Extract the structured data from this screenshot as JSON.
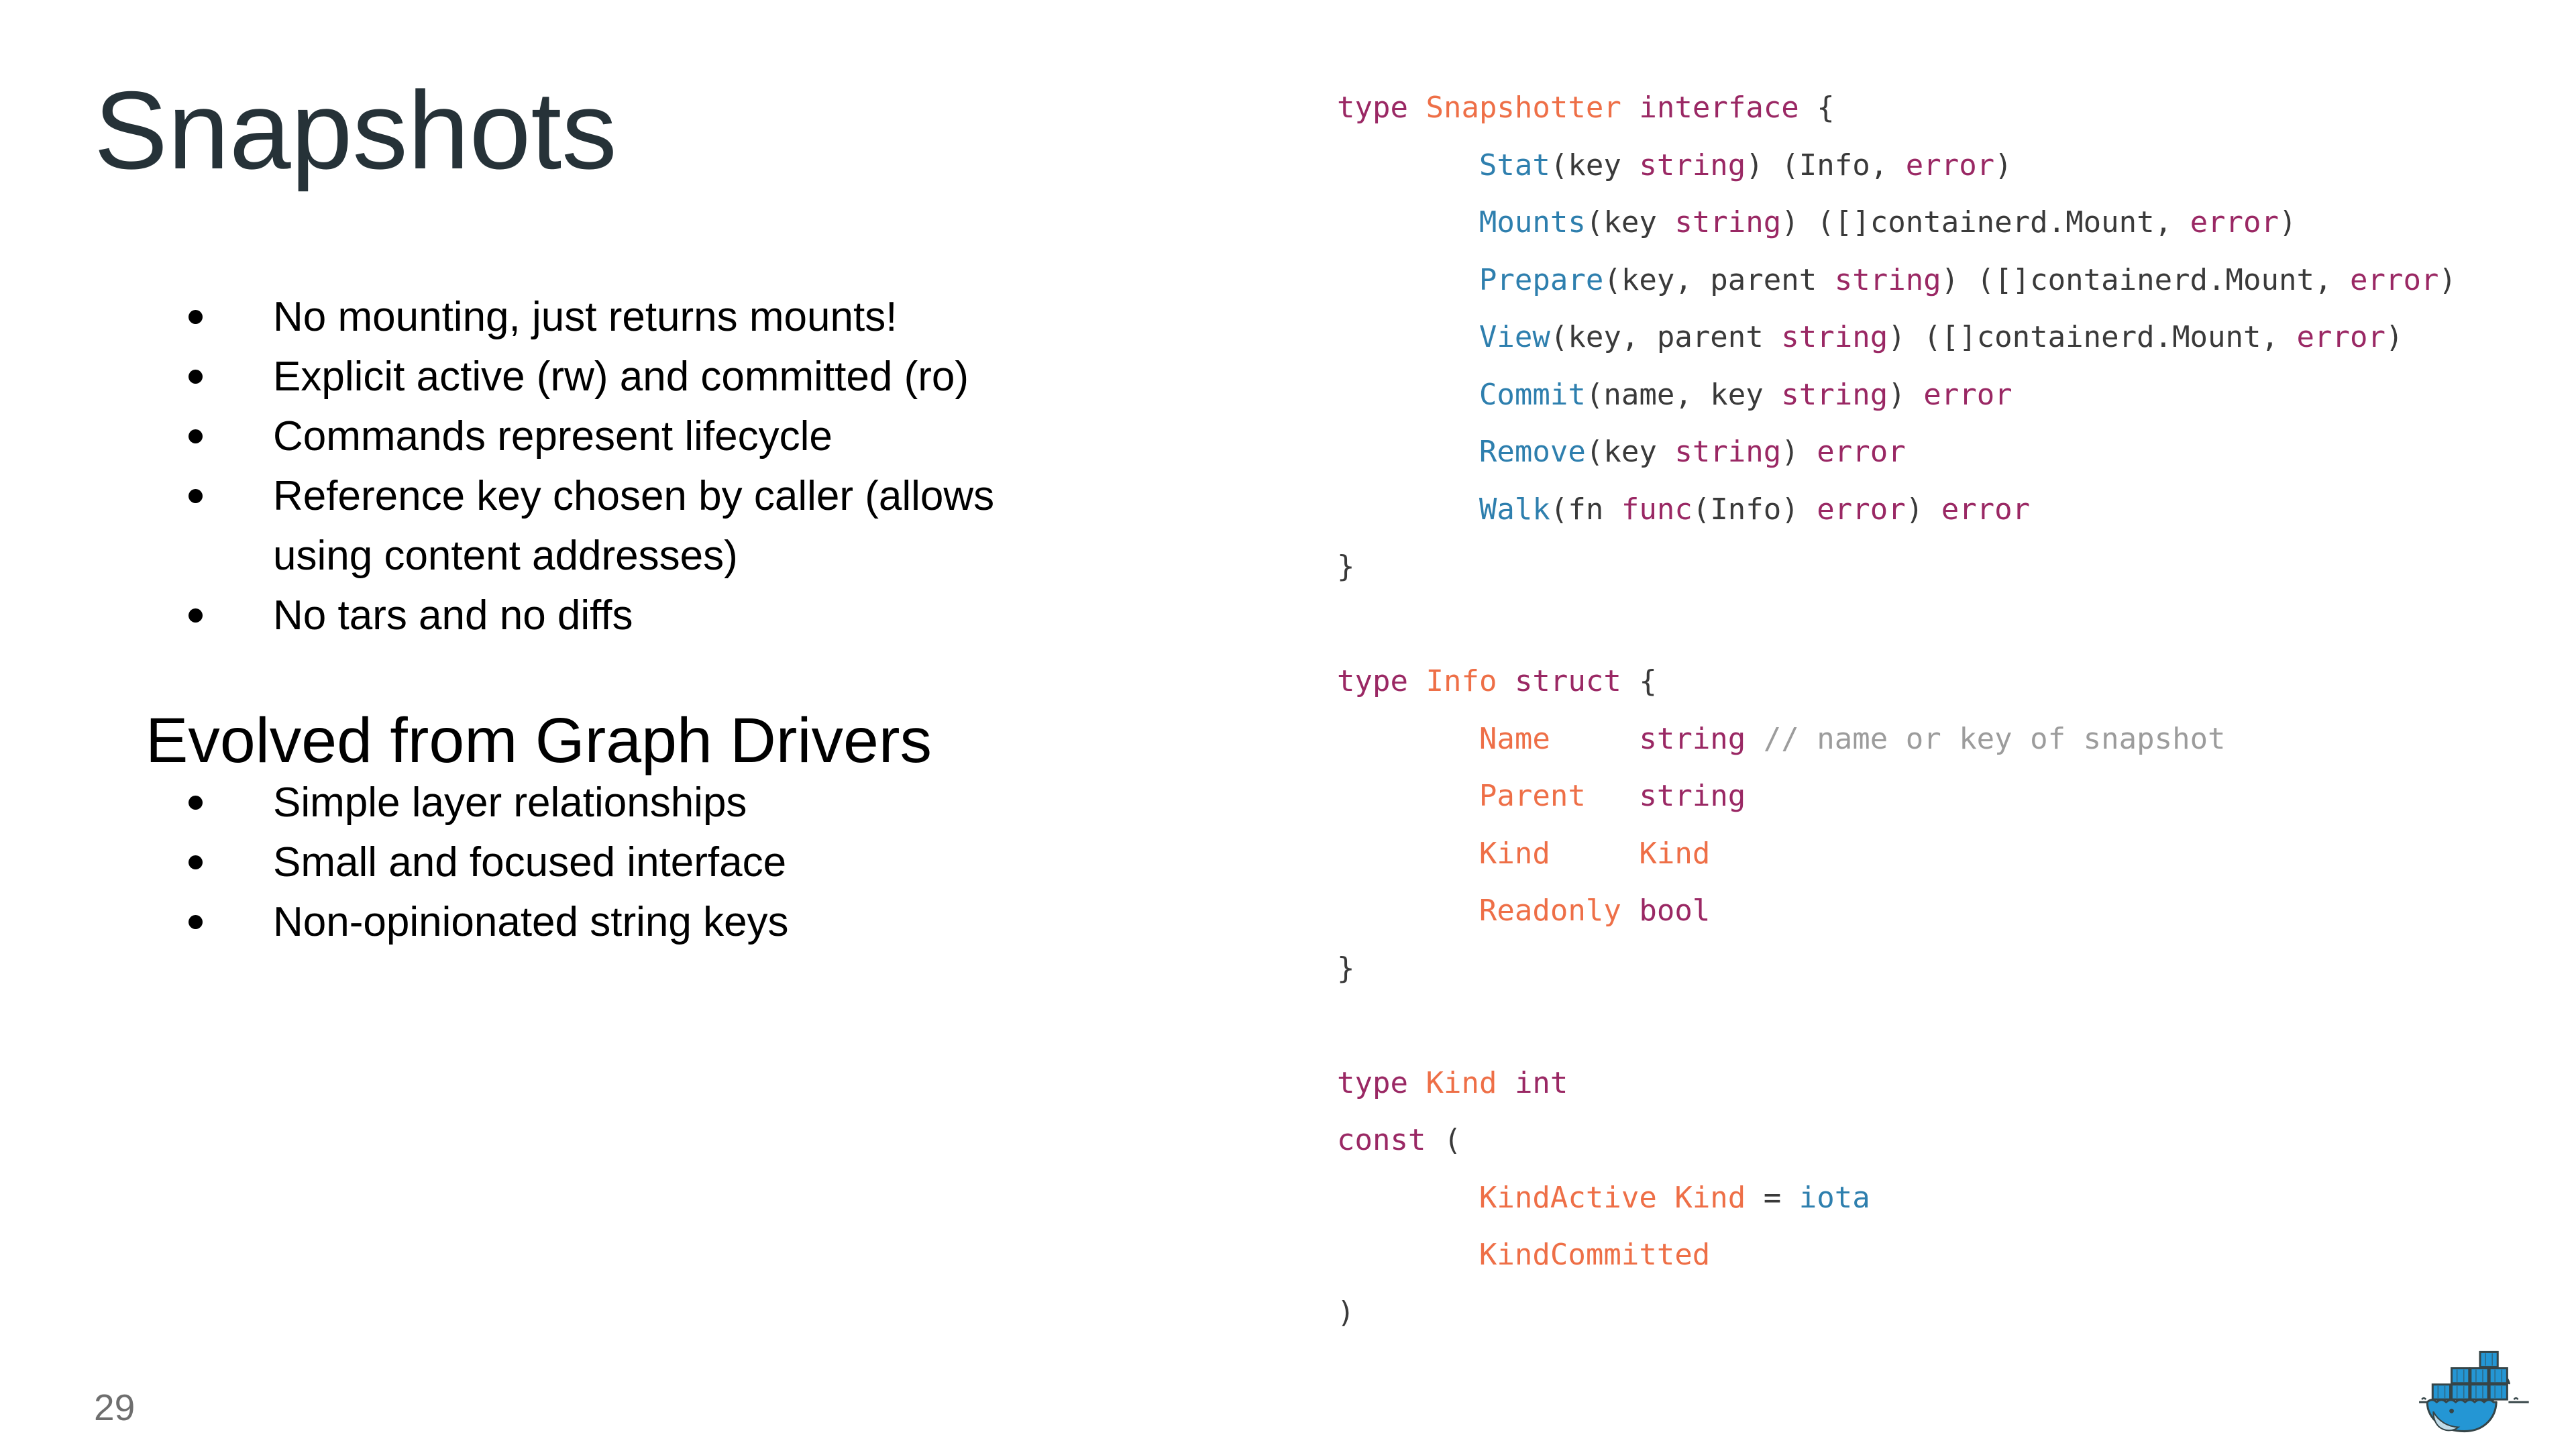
{
  "slide": {
    "title": "Snapshots",
    "page_number": "29"
  },
  "left": {
    "bullets": [
      "No mounting, just returns mounts!",
      "Explicit active (rw) and committed (ro)",
      "Commands represent lifecycle",
      "Reference key chosen by caller (allows using content addresses)",
      "No tars and no diffs"
    ],
    "subheading": "Evolved from Graph Drivers",
    "sub_bullets": [
      "Simple layer relationships",
      "Small and focused interface",
      "Non-opinionated string keys"
    ]
  },
  "code": {
    "language": "go",
    "token_legend": {
      "kw": "keyword",
      "ty": "type-name",
      "fn": "function-name",
      "pl": "plain",
      "cm": "comment"
    },
    "lines": [
      [
        [
          "kw",
          "type"
        ],
        [
          "pl",
          " "
        ],
        [
          "ty",
          "Snapshotter"
        ],
        [
          "pl",
          " "
        ],
        [
          "kw",
          "interface"
        ],
        [
          "pl",
          " {"
        ]
      ],
      [
        [
          "pl",
          "        "
        ],
        [
          "fn",
          "Stat"
        ],
        [
          "pl",
          "(key "
        ],
        [
          "kw",
          "string"
        ],
        [
          "pl",
          ") (Info, "
        ],
        [
          "kw",
          "error"
        ],
        [
          "pl",
          ")"
        ]
      ],
      [
        [
          "pl",
          "        "
        ],
        [
          "fn",
          "Mounts"
        ],
        [
          "pl",
          "(key "
        ],
        [
          "kw",
          "string"
        ],
        [
          "pl",
          ") ([]containerd.Mount, "
        ],
        [
          "kw",
          "error"
        ],
        [
          "pl",
          ")"
        ]
      ],
      [
        [
          "pl",
          "        "
        ],
        [
          "fn",
          "Prepare"
        ],
        [
          "pl",
          "(key, parent "
        ],
        [
          "kw",
          "string"
        ],
        [
          "pl",
          ") ([]containerd.Mount, "
        ],
        [
          "kw",
          "error"
        ],
        [
          "pl",
          ")"
        ]
      ],
      [
        [
          "pl",
          "        "
        ],
        [
          "fn",
          "View"
        ],
        [
          "pl",
          "(key, parent "
        ],
        [
          "kw",
          "string"
        ],
        [
          "pl",
          ") ([]containerd.Mount, "
        ],
        [
          "kw",
          "error"
        ],
        [
          "pl",
          ")"
        ]
      ],
      [
        [
          "pl",
          "        "
        ],
        [
          "fn",
          "Commit"
        ],
        [
          "pl",
          "(name, key "
        ],
        [
          "kw",
          "string"
        ],
        [
          "pl",
          ") "
        ],
        [
          "kw",
          "error"
        ]
      ],
      [
        [
          "pl",
          "        "
        ],
        [
          "fn",
          "Remove"
        ],
        [
          "pl",
          "(key "
        ],
        [
          "kw",
          "string"
        ],
        [
          "pl",
          ") "
        ],
        [
          "kw",
          "error"
        ]
      ],
      [
        [
          "pl",
          "        "
        ],
        [
          "fn",
          "Walk"
        ],
        [
          "pl",
          "(fn "
        ],
        [
          "kw",
          "func"
        ],
        [
          "pl",
          "(Info) "
        ],
        [
          "kw",
          "error"
        ],
        [
          "pl",
          ") "
        ],
        [
          "kw",
          "error"
        ]
      ],
      [
        [
          "pl",
          "}"
        ]
      ],
      [],
      [
        [
          "kw",
          "type"
        ],
        [
          "pl",
          " "
        ],
        [
          "ty",
          "Info"
        ],
        [
          "pl",
          " "
        ],
        [
          "kw",
          "struct"
        ],
        [
          "pl",
          " {"
        ]
      ],
      [
        [
          "pl",
          "        "
        ],
        [
          "ty",
          "Name"
        ],
        [
          "pl",
          "     "
        ],
        [
          "kw",
          "string"
        ],
        [
          "pl",
          " "
        ],
        [
          "cm",
          "// name or key of snapshot"
        ]
      ],
      [
        [
          "pl",
          "        "
        ],
        [
          "ty",
          "Parent"
        ],
        [
          "pl",
          "   "
        ],
        [
          "kw",
          "string"
        ]
      ],
      [
        [
          "pl",
          "        "
        ],
        [
          "ty",
          "Kind"
        ],
        [
          "pl",
          "     "
        ],
        [
          "ty",
          "Kind"
        ]
      ],
      [
        [
          "pl",
          "        "
        ],
        [
          "ty",
          "Readonly"
        ],
        [
          "pl",
          " "
        ],
        [
          "kw",
          "bool"
        ]
      ],
      [
        [
          "pl",
          "}"
        ]
      ],
      [],
      [
        [
          "kw",
          "type"
        ],
        [
          "pl",
          " "
        ],
        [
          "ty",
          "Kind"
        ],
        [
          "pl",
          " "
        ],
        [
          "kw",
          "int"
        ]
      ],
      [
        [
          "kw",
          "const"
        ],
        [
          "pl",
          " ("
        ]
      ],
      [
        [
          "pl",
          "        "
        ],
        [
          "ty",
          "KindActive"
        ],
        [
          "pl",
          " "
        ],
        [
          "ty",
          "Kind"
        ],
        [
          "pl",
          " = "
        ],
        [
          "fn",
          "iota"
        ]
      ],
      [
        [
          "pl",
          "        "
        ],
        [
          "ty",
          "KindCommitted"
        ]
      ],
      [
        [
          "pl",
          ")"
        ]
      ]
    ]
  },
  "footer": {
    "logo": "docker-whale"
  },
  "theme": {
    "background": "#FFFFFF",
    "title_color": "#263238",
    "text_color": "#000000",
    "page_number_color": "#6E6E6E",
    "code_keyword": "#9A2864",
    "code_type": "#EE6F47",
    "code_function": "#2E7FAE",
    "code_plain": "#3A3A3A",
    "code_comment": "#9C9C9C",
    "docker_blue": "#2496D4",
    "docker_dark": "#364548",
    "docker_light": "#BFDBE8"
  }
}
